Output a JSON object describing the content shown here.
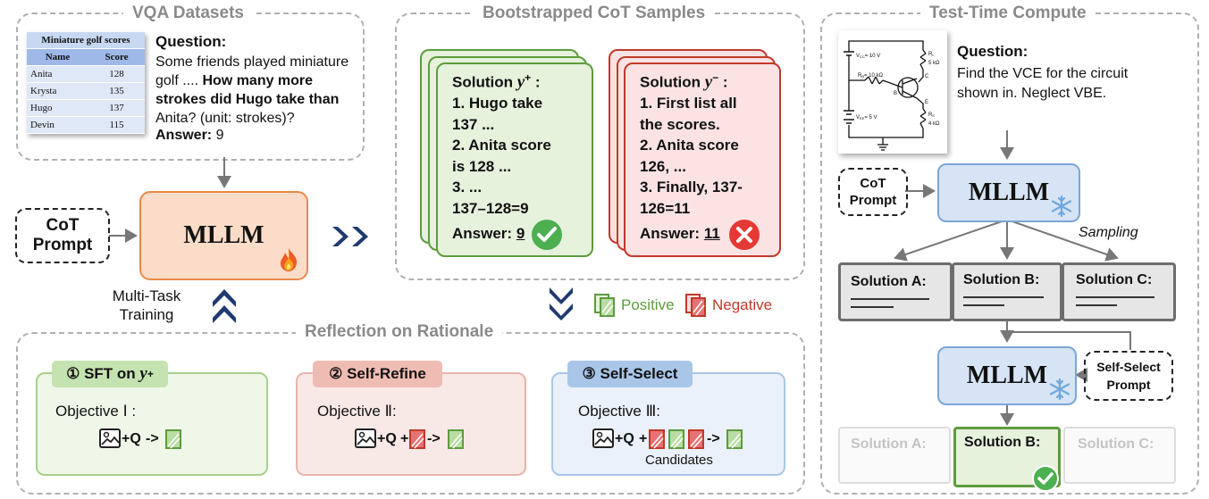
{
  "colors": {
    "panel_dash": "#b0b0b0",
    "mllm_orange_fill": "#fbdcc8",
    "mllm_orange_border": "#e9894a",
    "mllm_blue_fill": "#d6e4f5",
    "mllm_blue_border": "#7ba6d6",
    "positive_green": "#5d9b3e",
    "positive_fill": "#e6f2dc",
    "negative_red": "#c0392b",
    "negative_fill": "#fbe3e3",
    "arrow_navy": "#1f3a6e",
    "select_blue": "#a9c6e8"
  },
  "vqa": {
    "title": "VQA Datasets",
    "table": {
      "caption": "Miniature golf scores",
      "headers": [
        "Name",
        "Score"
      ],
      "rows": [
        [
          "Anita",
          "128"
        ],
        [
          "Krysta",
          "135"
        ],
        [
          "Hugo",
          "137"
        ],
        [
          "Devin",
          "115"
        ]
      ]
    },
    "question_label": "Question:",
    "question_plain": "Some friends played miniature golf .... ",
    "question_bold": "How many more strokes did Hugo take than",
    "question_tail": " Anita? (unit: strokes)?",
    "answer_label": "Answer:",
    "answer_value": "9"
  },
  "left": {
    "cot_prompt": "CoT\nPrompt",
    "mllm": "MLLM",
    "multitask": "Multi-Task\nTraining",
    "fire_icon": "fire-icon"
  },
  "cot": {
    "title": "Bootstrapped CoT Samples",
    "pos_heading": "Solution",
    "pos_text": "1. Hugo take\n137 ...\n2. Anita score\nis 128 ...\n3. ...\n137–128=9",
    "pos_answer_label": "Answer:",
    "pos_answer_value": "9",
    "neg_heading": "Solution",
    "neg_text": "1. First list all\nthe scores.\n2. Anita score\n126, ...\n3. Finally, 137-\n126=11",
    "neg_answer_label": "Answer:",
    "neg_answer_value": "11",
    "legend_positive": "Positive",
    "legend_negative": "Negative"
  },
  "reflect": {
    "title": "Reflection on Rationale",
    "obj1_tag": "① SFT on",
    "obj1_text": "Objective Ⅰ :",
    "obj2_tag": "② Self-Refine",
    "obj2_text": "Objective Ⅱ:",
    "obj3_tag": "③ Self-Select",
    "obj3_text": "Objective Ⅲ:",
    "formula_q": "+Q",
    "formula_plus": "+",
    "formula_arrow": "->",
    "candidates": "Candidates"
  },
  "ttc": {
    "title": "Test-Time Compute",
    "question_label": "Question:",
    "question_text": "Find the VCE for the circuit shown in. Neglect VBE.",
    "cot_prompt": "CoT\nPrompt",
    "mllm": "MLLM",
    "sampling": "Sampling",
    "sol_a": "Solution A:",
    "sol_b": "Solution B:",
    "sol_c": "Solution C:",
    "self_select_prompt": "Self-Select\nPrompt",
    "mllm2": "MLLM",
    "final_a": "Solution A:",
    "final_b": "Solution B:",
    "final_c": "Solution C:",
    "circuit": {
      "vcc": "V",
      "vcc_sub": "CC",
      "vcc_val": "= 10 V",
      "rb": "R",
      "rb_sub": "B",
      "rb_val": "= 10 kΩ",
      "vee": "V",
      "vee_sub": "EE",
      "vee_val": "= 5 V",
      "rl": "R",
      "rl_sub": "L",
      "rl_val": "5 kΩ",
      "re": "R",
      "re_sub": "E",
      "re_val": "4 kΩ",
      "c": "C",
      "b": "B",
      "e": "E"
    }
  }
}
